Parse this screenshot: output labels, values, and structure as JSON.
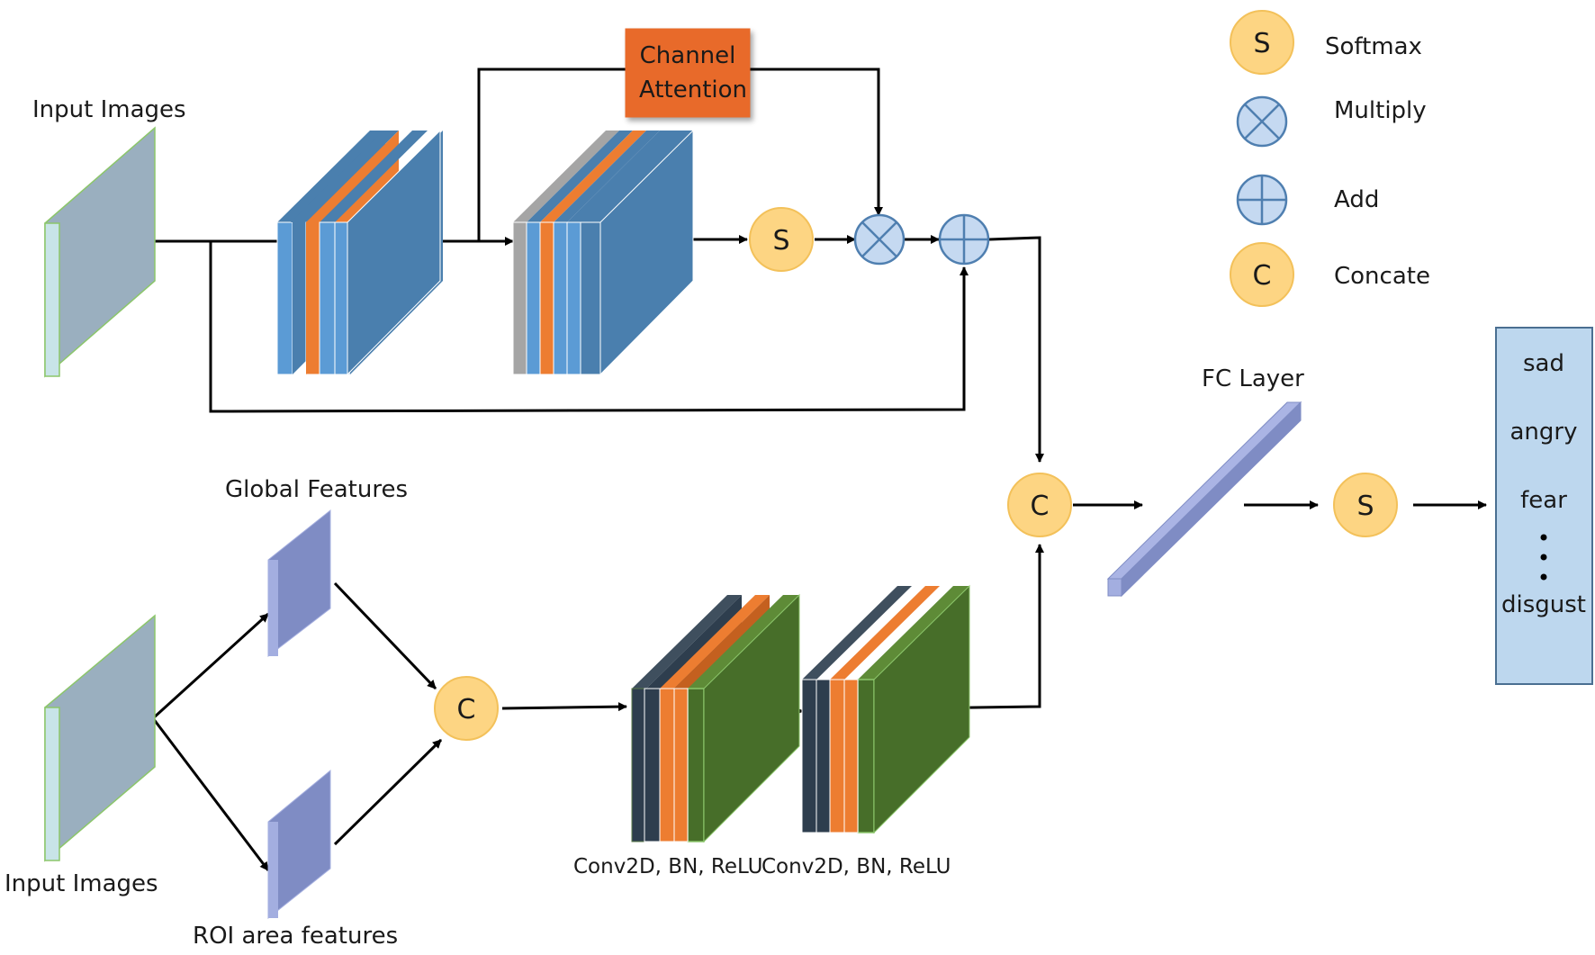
{
  "top_branch": {
    "input_label": "Input Images",
    "attention_label_line1": "Channel",
    "attention_label_line2": "Attention",
    "softmax_symbol": "S"
  },
  "bottom_branch": {
    "input_label": "Input Images",
    "global_label": "Global Features",
    "roi_label": "ROI area features",
    "concat_symbol": "C",
    "conv_label_1": "Conv2D, BN, ReLU",
    "conv_label_2": "Conv2D, BN, ReLU"
  },
  "fusion": {
    "concat_symbol": "C",
    "fc_label": "FC Layer",
    "softmax_symbol": "S"
  },
  "outputs": {
    "classes": [
      "sad",
      "angry",
      "fear",
      "disgust"
    ]
  },
  "legend": {
    "items": [
      {
        "symbol": "S",
        "label": "Softmax"
      },
      {
        "symbol": "",
        "label": "Multiply"
      },
      {
        "symbol": "",
        "label": "Add"
      },
      {
        "symbol": "C",
        "label": "Concate"
      }
    ]
  },
  "colors": {
    "input_front": "#9aafbf",
    "input_side": "#c8e4e8",
    "input_edge": "#8cc66b",
    "layer_blue_dark": "#4a7fae",
    "layer_blue_light": "#5b9bd5",
    "layer_orange": "#ed7d31",
    "layer_gray": "#a5a5a5",
    "layer_navy": "#2e3e4e",
    "layer_green": "#476e29",
    "feature_purple": "#7f8cc4",
    "symbol_fill": "#fdd583",
    "symbol_stroke": "#f3c15a",
    "op_fill": "#c5d9f1",
    "op_stroke": "#4f7fb0",
    "attention_fill": "#e86a2a",
    "output_fill": "#bdd7ee",
    "output_stroke": "#4a6f91"
  }
}
